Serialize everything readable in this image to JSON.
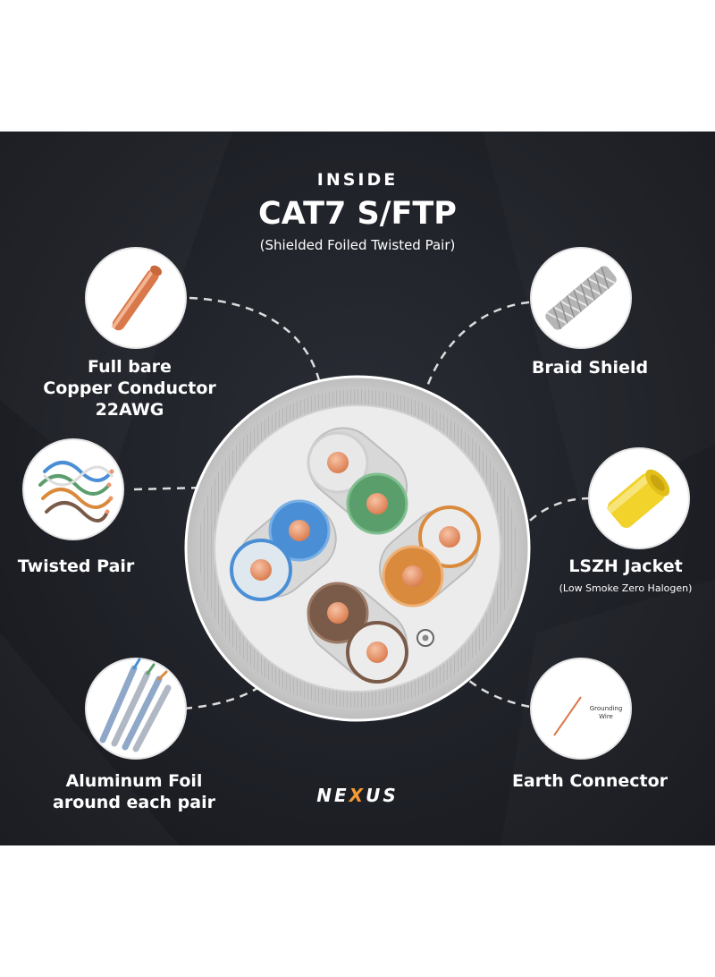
{
  "header": {
    "kicker": "INSIDE",
    "title": "CAT7 S/FTP",
    "subtitle": "(Shielded Foiled Twisted Pair)"
  },
  "labels": {
    "copper": [
      "Full bare",
      "Copper Conductor",
      "22AWG"
    ],
    "braid": "Braid Shield",
    "twisted": "Twisted Pair",
    "lszh": "LSZH Jacket",
    "lszh_sub": "(Low Smoke Zero Halogen)",
    "foil": [
      "Aluminum Foil",
      "around each pair"
    ],
    "earth": "Earth Connector",
    "grounding": [
      "Grounding",
      "Wire"
    ]
  },
  "brand": {
    "prefix": "NE",
    "accent": "X",
    "suffix": "US"
  },
  "pairs": [
    {
      "name": "green",
      "color": "#5a9e6c"
    },
    {
      "name": "blue",
      "color": "#4a8fd6"
    },
    {
      "name": "orange",
      "color": "#d98a3c"
    },
    {
      "name": "brown",
      "color": "#7a5a48"
    }
  ],
  "colors": {
    "background": "#1e2026",
    "copper": "#e9966f",
    "accent": "#f39a35",
    "jacket": "#c9c9c9"
  }
}
